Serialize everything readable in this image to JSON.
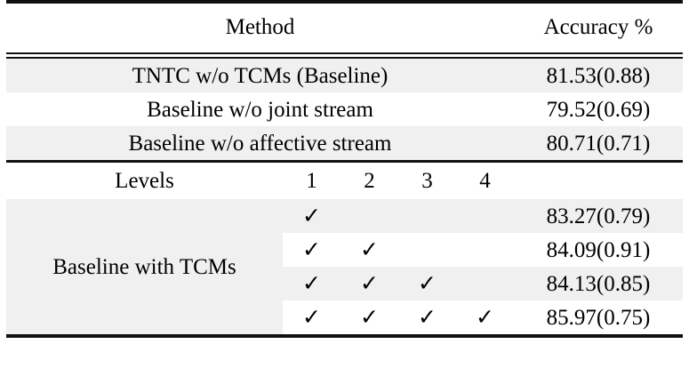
{
  "table": {
    "headers": {
      "method": "Method",
      "accuracy": "Accuracy %"
    },
    "levels_label": "Levels",
    "level_columns": [
      "1",
      "2",
      "3",
      "4"
    ],
    "group_label": "Baseline with TCMs",
    "check_glyph": "✓",
    "ablation_rows": [
      {
        "method": "TNTC w/o TCMs (Baseline)",
        "accuracy": "81.53(0.88)",
        "shade": "gray"
      },
      {
        "method": "Baseline w/o joint stream",
        "accuracy": "79.52(0.69)",
        "shade": "white"
      },
      {
        "method": "Baseline w/o affective stream",
        "accuracy": "80.71(0.71)",
        "shade": "gray"
      }
    ],
    "tcm_rows": [
      {
        "levels": [
          true,
          false,
          false,
          false
        ],
        "accuracy": "83.27(0.79)",
        "shade": "gray"
      },
      {
        "levels": [
          true,
          true,
          false,
          false
        ],
        "accuracy": "84.09(0.91)",
        "shade": "white"
      },
      {
        "levels": [
          true,
          true,
          true,
          false
        ],
        "accuracy": "84.13(0.85)",
        "shade": "gray"
      },
      {
        "levels": [
          true,
          true,
          true,
          true
        ],
        "accuracy": "85.97(0.75)",
        "shade": "white"
      }
    ],
    "colors": {
      "row_shade": "#f0f0f0",
      "rule": "#111111",
      "text": "#000000",
      "background": "#ffffff"
    }
  }
}
